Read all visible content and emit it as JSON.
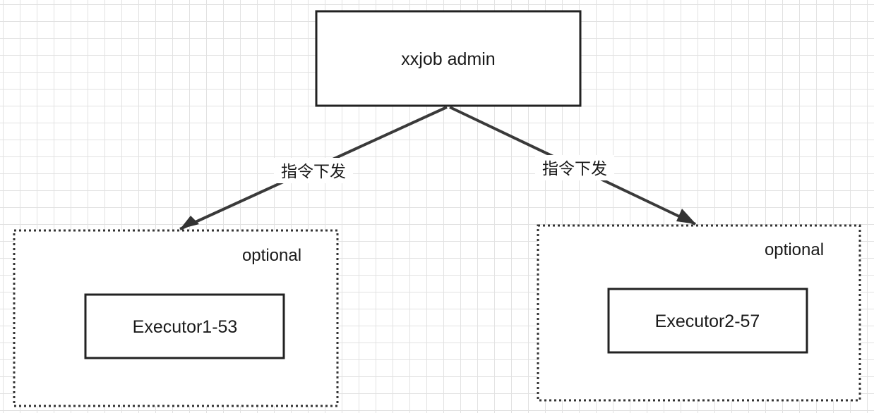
{
  "diagram": {
    "admin": {
      "label": "xxjob admin"
    },
    "edges": [
      {
        "label": "指令下发"
      },
      {
        "label": "指令下发"
      }
    ],
    "groups": [
      {
        "tag": "optional",
        "executor": "Executor1-53"
      },
      {
        "tag": "optional",
        "executor": "Executor2-57"
      }
    ]
  }
}
